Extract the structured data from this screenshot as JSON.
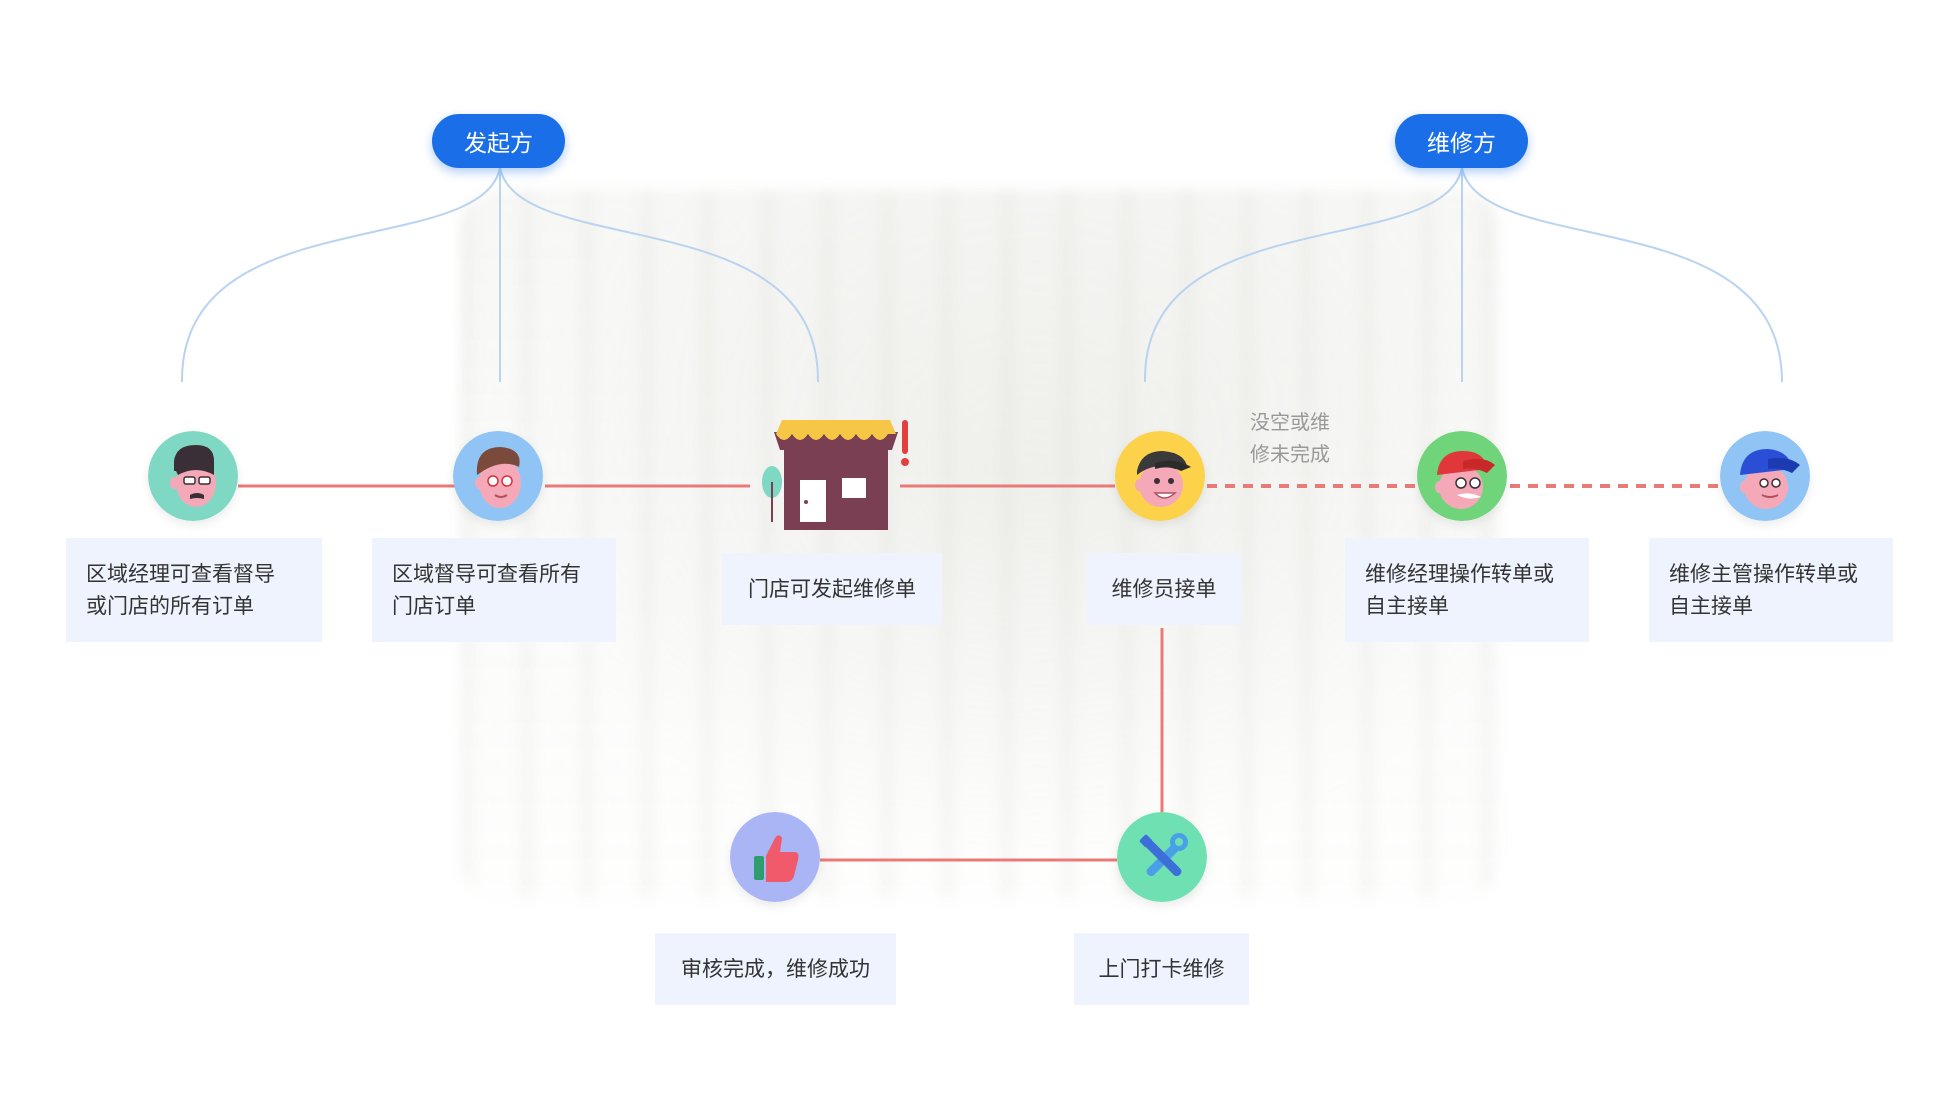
{
  "roles": {
    "initiator_label": "发起方",
    "repairer_label": "维修方"
  },
  "nodes": {
    "regional_manager": {
      "label_line1": "区域经理可查看督导",
      "label_line2": "或门店的所有订单"
    },
    "regional_supervisor": {
      "label_line1": "区域督导可查看所有",
      "label_line2": "门店订单"
    },
    "store": {
      "label": "门店可发起维修单"
    },
    "repairman": {
      "label": "维修员接单"
    },
    "repair_manager": {
      "label_line1": "维修经理操作转单或",
      "label_line2": "自主接单"
    },
    "repair_director": {
      "label_line1": "维修主管操作转单或",
      "label_line2": "自主接单"
    },
    "onsite_repair": {
      "label": "上门打卡维修"
    },
    "review_complete": {
      "label": "审核完成，维修成功"
    }
  },
  "note": {
    "line1": "没空或维",
    "line2": "修未完成"
  },
  "colors": {
    "accent": "#1a6fe8",
    "connector": "#ea7a78",
    "tree_line": "#b9d3f0",
    "label_bg": "#eef3fd"
  }
}
